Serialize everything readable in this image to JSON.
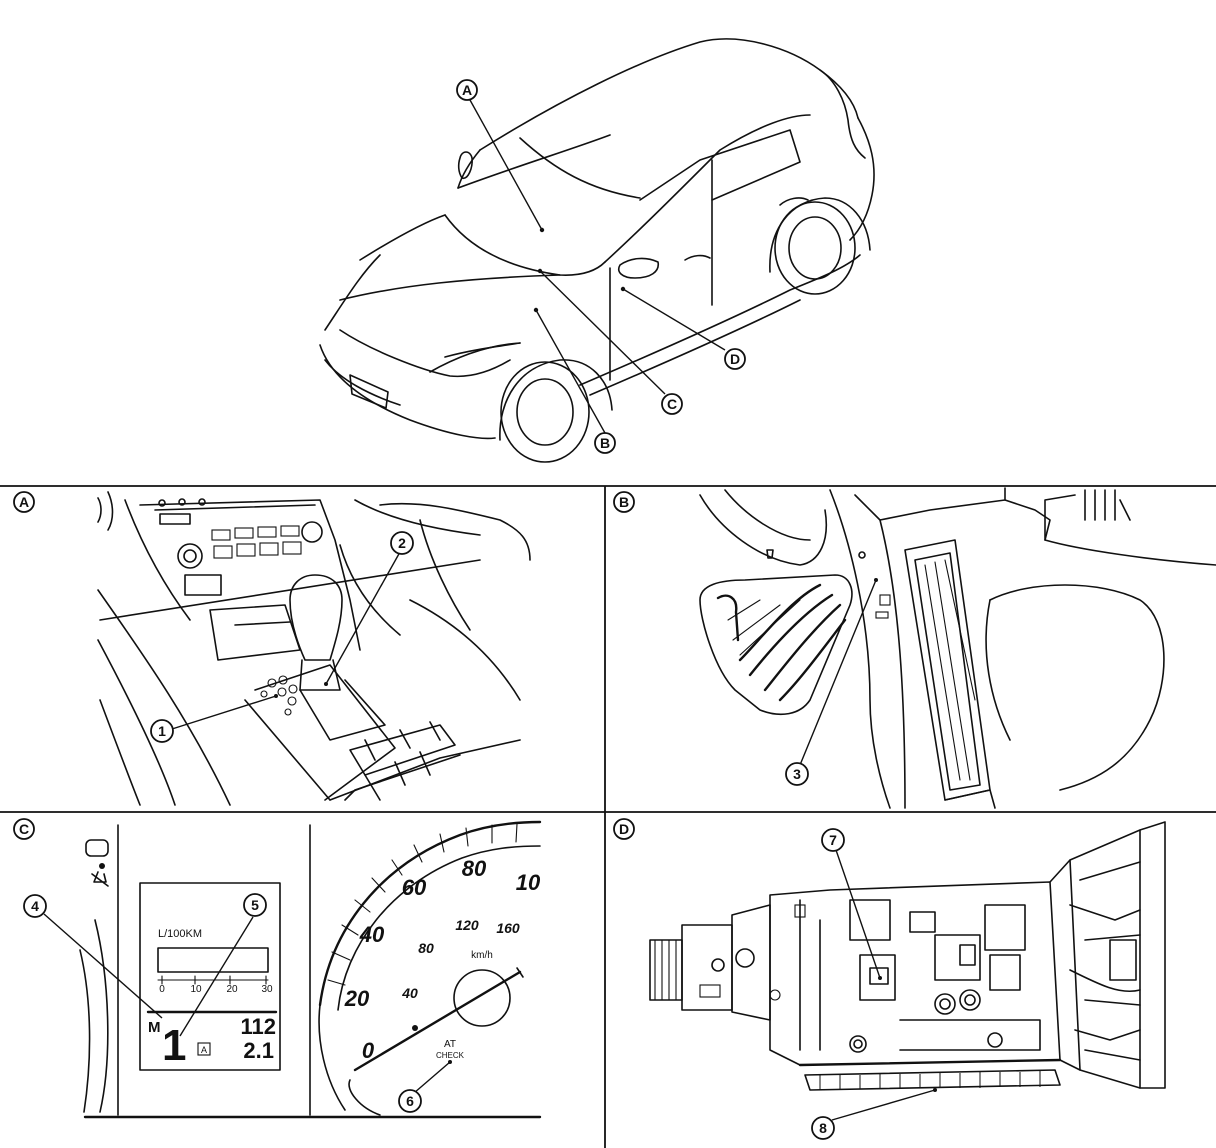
{
  "overview": {
    "location_labels": [
      "A",
      "B",
      "C",
      "D"
    ]
  },
  "panels": [
    {
      "label": "A",
      "callouts": [
        "1",
        "2"
      ]
    },
    {
      "label": "B",
      "callouts": [
        "3"
      ]
    },
    {
      "label": "C",
      "callouts": [
        "4",
        "5",
        "6"
      ]
    },
    {
      "label": "D",
      "callouts": [
        "7",
        "8"
      ]
    }
  ],
  "display": {
    "unit": "L/100KM",
    "scale": [
      "0",
      "10",
      "20",
      "30"
    ],
    "mode": "M",
    "gear": "1",
    "a_indicator": "A",
    "value_top": "112",
    "value_bottom": "2.1"
  },
  "speedometer": {
    "mph_labels": [
      "0",
      "20",
      "40",
      "60",
      "80",
      "10"
    ],
    "kmh_labels": [
      "40",
      "80",
      "120",
      "160"
    ],
    "kmh_unit": "km/h",
    "warning_line1": "AT",
    "warning_line2": "CHECK"
  }
}
